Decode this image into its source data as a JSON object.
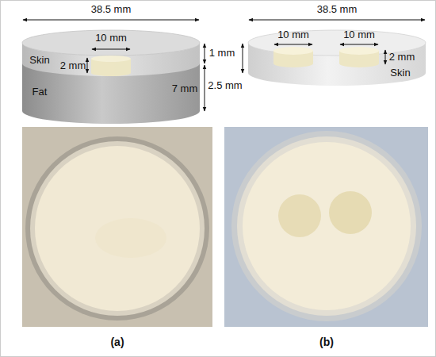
{
  "diagram": {
    "labels": [
      "38.5 mm",
      "10 mm",
      "Skin",
      "2 mm",
      "1 mm",
      "7 mm",
      "Fat",
      "38.5 mm",
      "10 mm",
      "10 mm",
      "2 mm",
      "2.5 mm",
      "Skin",
      "(a)",
      "(b)"
    ]
  }
}
